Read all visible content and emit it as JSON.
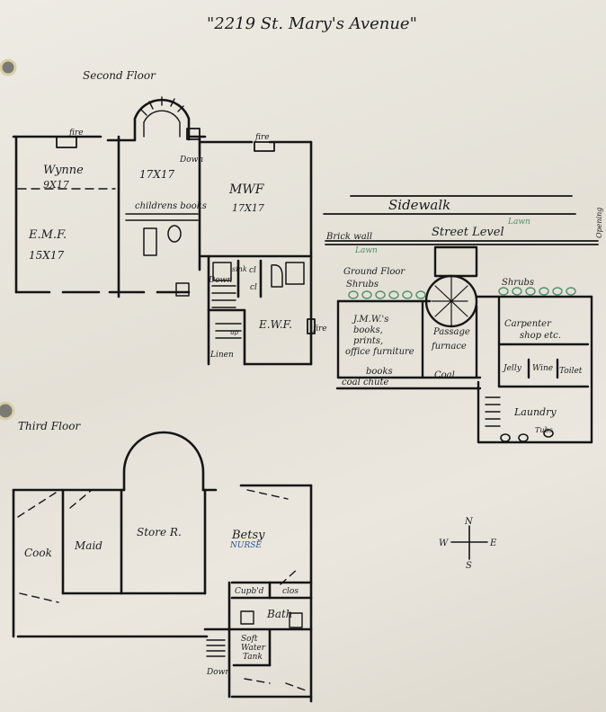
{
  "title": "\"2219 St. Mary's Avenue\"",
  "second_floor": {
    "heading": "Second Floor",
    "fire_label": "fire",
    "down_label": "Down",
    "sink_label": "sink",
    "closet_label": "cl",
    "up_label": "up",
    "linen_label": "Linen",
    "rooms": [
      {
        "name": "Wynne",
        "size": "9X17"
      },
      {
        "name": "E.M.F.",
        "size": "15X17"
      },
      {
        "name": "childrens books",
        "size": "17X17"
      },
      {
        "name": "MWF",
        "size": "17X17"
      },
      {
        "name": "E.W.F.",
        "size": ""
      }
    ]
  },
  "ground_floor": {
    "sidewalk": "Sidewalk",
    "lawn": "Lawn",
    "brick_wall": "Brick wall",
    "street_level": "Street Level",
    "heading": "Ground Floor",
    "shrubs_left": "Shrubs",
    "shrubs_right": "Shrubs",
    "jmw_lines": [
      "J.M.W.'s",
      "books,",
      "prints,",
      "office furniture"
    ],
    "passage": "Passage",
    "furnace": "furnace",
    "books": "books",
    "coal_chute": "coal chute",
    "coal": "Coal",
    "carpenter_lines": [
      "Carpenter",
      "shop etc."
    ],
    "jelly": "Jelly",
    "wine": "Wine",
    "toilet": "Toilet",
    "laundry": "Laundry",
    "tubs": "Tubs",
    "opening": "Opening"
  },
  "compass": {
    "n": "N",
    "s": "S",
    "e": "E",
    "w": "W"
  },
  "third_floor": {
    "heading": "Third Floor",
    "rooms": [
      "Cook",
      "Maid",
      "Store R.",
      "Betsy"
    ],
    "nurse": "NURSE",
    "cupboard": "Cupb'd",
    "closet": "clos",
    "bath": "Bath",
    "tank_lines": [
      "Soft",
      "Water",
      "Tank"
    ],
    "down_label": "Down"
  }
}
